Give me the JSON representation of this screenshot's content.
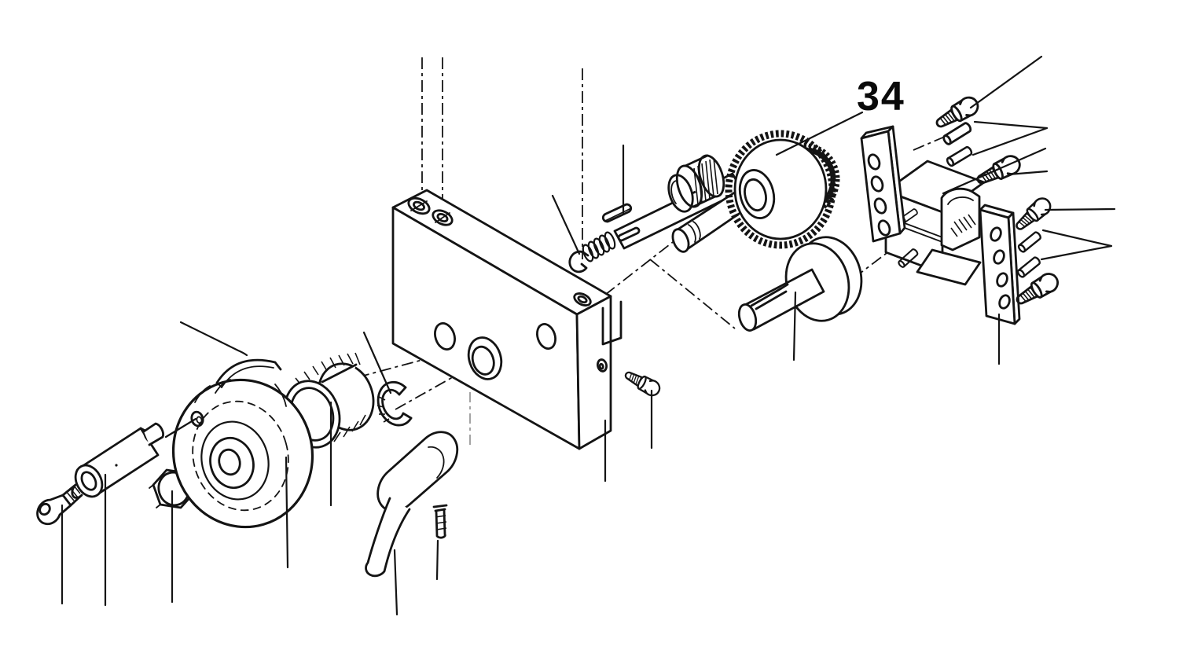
{
  "diagram": {
    "type": "exploded-parts-diagram",
    "callout_label": "34",
    "labeled_part": "pinion-gear",
    "background_color": "#ffffff",
    "line_color": "#141414",
    "parts": [
      "socket-head-cap-screw-left",
      "spacer-bushing",
      "hex-nut",
      "handwheel",
      "wheel-grub-hole",
      "retaining-arc",
      "knurled-knob",
      "snap-ring",
      "clamp-lever",
      "set-screw-small",
      "apron-block",
      "retaining-clip",
      "coil-spring",
      "feed-shaft",
      "shaft-key",
      "shaft-collar",
      "knurled-drum",
      "gear-shaft",
      "drive-gear",
      "pinion-gear",
      "output-shaft",
      "shaft-disc",
      "set-screw-side",
      "mounting-bracket-left",
      "half-nut-carriage",
      "carriage-pins",
      "mounting-bracket-right",
      "cap-screw-1",
      "cap-screw-2",
      "cap-screw-3",
      "cap-screw-4",
      "dowel-pin-1",
      "dowel-pin-2",
      "dowel-pin-3",
      "dowel-pin-4"
    ]
  }
}
